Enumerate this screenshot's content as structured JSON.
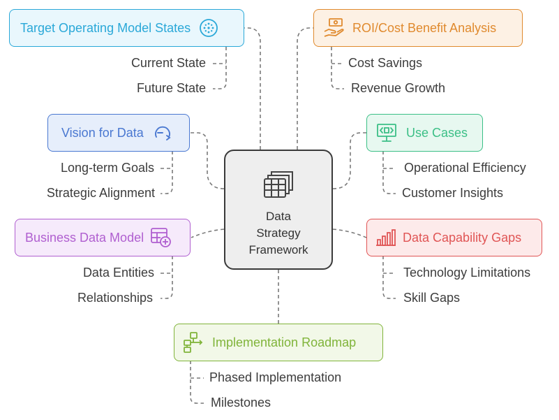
{
  "center": {
    "lines": [
      "Data",
      "Strategy",
      "Framework"
    ],
    "icon": "table-stack-icon"
  },
  "branches": {
    "target_operating_model": {
      "title": "Target Operating Model States",
      "icon": "sparkle-circle-icon",
      "color": "#2aa8d8",
      "fill": "#e9f7fd",
      "items": [
        "Current State",
        "Future State"
      ]
    },
    "vision": {
      "title": "Vision for Data",
      "icon": "vision-arc-icon",
      "color": "#4a78d1",
      "fill": "#e6eefb",
      "items": [
        "Long-term Goals",
        "Strategic Alignment"
      ]
    },
    "business_data_model": {
      "title": "Business Data Model",
      "icon": "table-plus-icon",
      "color": "#b05fd0",
      "fill": "#f6eafb",
      "items": [
        "Data Entities",
        "Relationships"
      ]
    },
    "implementation_roadmap": {
      "title": "Implementation Roadmap",
      "icon": "flowchart-icon",
      "color": "#80b43a",
      "fill": "#f2f8e8",
      "items": [
        "Phased Implementation",
        "Milestones"
      ]
    },
    "roi": {
      "title": "ROI/Cost Benefit Analysis",
      "icon": "money-hand-icon",
      "color": "#e08a2e",
      "fill": "#fdf1e4",
      "items": [
        "Cost Savings",
        "Revenue Growth"
      ]
    },
    "use_cases": {
      "title": "Use Cases",
      "icon": "presentation-icon",
      "color": "#3bbf86",
      "fill": "#e7f8f0",
      "items": [
        "Operational Efficiency",
        "Customer Insights"
      ]
    },
    "capability_gaps": {
      "title": "Data Capability Gaps",
      "icon": "bar-chart-icon",
      "color": "#e05555",
      "fill": "#fdeaea",
      "items": [
        "Technology Limitations",
        "Skill Gaps"
      ]
    }
  }
}
